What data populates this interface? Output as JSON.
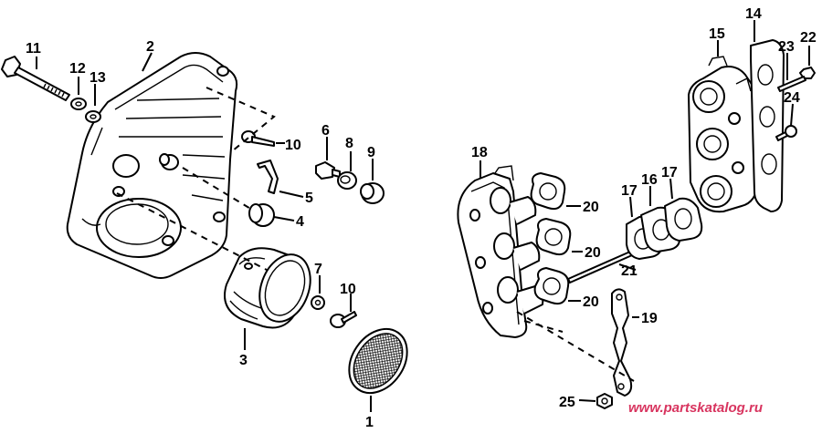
{
  "callouts": {
    "c1": "1",
    "c2": "2",
    "c3": "3",
    "c4": "4",
    "c5": "5",
    "c6": "6",
    "c7": "7",
    "c8": "8",
    "c9": "9",
    "c10a": "10",
    "c10b": "10",
    "c11": "11",
    "c12": "12",
    "c13": "13",
    "c14": "14",
    "c15": "15",
    "c16": "16",
    "c17a": "17",
    "c17b": "17",
    "c18": "18",
    "c19": "19",
    "c20a": "20",
    "c20b": "20",
    "c20c": "20",
    "c21": "21",
    "c22": "22",
    "c23": "23",
    "c24": "24",
    "c25": "25"
  },
  "watermark": "www.partskatalog.ru"
}
